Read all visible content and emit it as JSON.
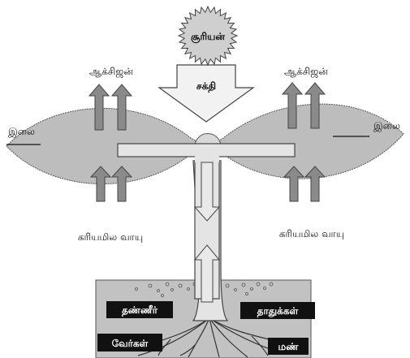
{
  "labels": {
    "sun": "சூரியன்",
    "energy": "சக்தி",
    "oxygen_left": "ஆக்சிஜன்",
    "oxygen_right": "ஆக்சிஜன்",
    "leaf_left": "இலை",
    "leaf_right": "இலை",
    "co2_left": "கரியமில வாயு",
    "co2_right": "கரியமில வாயு",
    "water": "தண்ணீர்",
    "minerals": "தாதுக்கள்",
    "roots": "வேர்கள்",
    "soil": "மண்"
  },
  "colors": {
    "leaf_fill": "#bdbdbd",
    "soil_fill": "#c2c2c2",
    "stem_fill": "#e4e4e4",
    "arrow_fill": "#8a8a8a",
    "label_box": "#111111",
    "label_box_text": "#ffffff"
  }
}
